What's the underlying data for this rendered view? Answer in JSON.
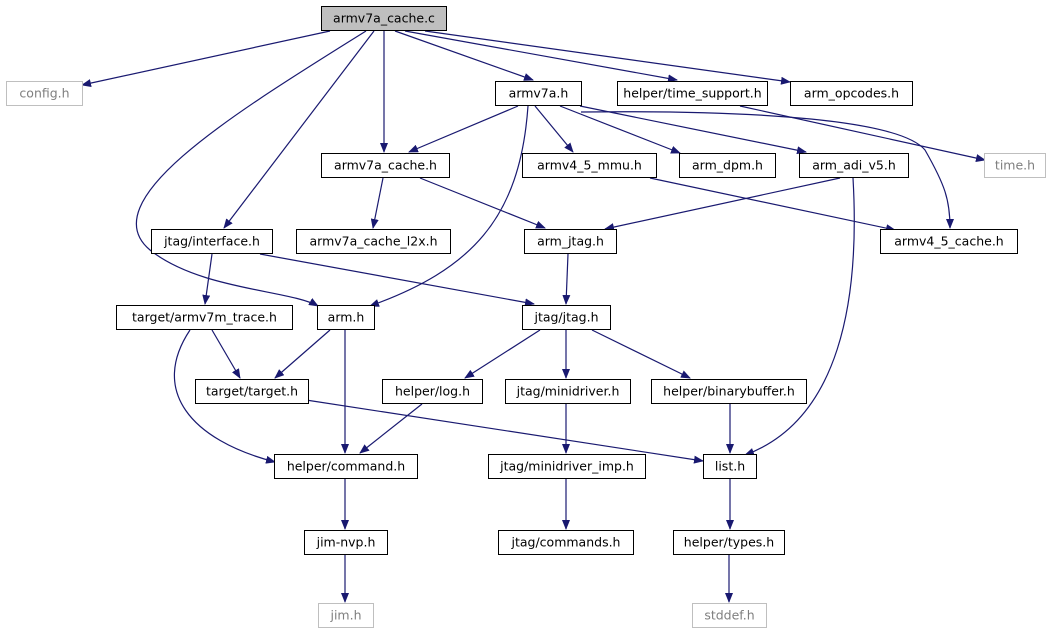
{
  "diagram": {
    "type": "include-dependency-graph",
    "colors": {
      "edge": "#191970",
      "node_border": "#000000",
      "external_border": "#bfbfbf",
      "root_fill": "#bfbfbf",
      "external_text": "#7f7f7f",
      "text": "#000000"
    },
    "nodes": [
      {
        "id": "armv7a_cache_c",
        "label": "armv7a_cache.c",
        "style": "root"
      },
      {
        "id": "config_h",
        "label": "config.h",
        "style": "external"
      },
      {
        "id": "armv7a_h",
        "label": "armv7a.h",
        "style": "normal"
      },
      {
        "id": "helper_time_support_h",
        "label": "helper/time_support.h",
        "style": "normal"
      },
      {
        "id": "arm_opcodes_h",
        "label": "arm_opcodes.h",
        "style": "normal"
      },
      {
        "id": "time_h",
        "label": "time.h",
        "style": "external"
      },
      {
        "id": "armv7a_cache_h",
        "label": "armv7a_cache.h",
        "style": "normal"
      },
      {
        "id": "armv4_5_mmu_h",
        "label": "armv4_5_mmu.h",
        "style": "normal"
      },
      {
        "id": "arm_dpm_h",
        "label": "arm_dpm.h",
        "style": "normal"
      },
      {
        "id": "arm_adi_v5_h",
        "label": "arm_adi_v5.h",
        "style": "normal"
      },
      {
        "id": "jtag_interface_h",
        "label": "jtag/interface.h",
        "style": "normal"
      },
      {
        "id": "armv7a_cache_l2x_h",
        "label": "armv7a_cache_l2x.h",
        "style": "normal"
      },
      {
        "id": "arm_jtag_h",
        "label": "arm_jtag.h",
        "style": "normal"
      },
      {
        "id": "armv4_5_cache_h",
        "label": "armv4_5_cache.h",
        "style": "normal"
      },
      {
        "id": "target_armv7m_trace_h",
        "label": "target/armv7m_trace.h",
        "style": "normal"
      },
      {
        "id": "arm_h",
        "label": "arm.h",
        "style": "normal"
      },
      {
        "id": "jtag_jtag_h",
        "label": "jtag/jtag.h",
        "style": "normal"
      },
      {
        "id": "target_target_h",
        "label": "target/target.h",
        "style": "normal"
      },
      {
        "id": "helper_log_h",
        "label": "helper/log.h",
        "style": "normal"
      },
      {
        "id": "jtag_minidriver_h",
        "label": "jtag/minidriver.h",
        "style": "normal"
      },
      {
        "id": "helper_binarybuffer_h",
        "label": "helper/binarybuffer.h",
        "style": "normal"
      },
      {
        "id": "helper_command_h",
        "label": "helper/command.h",
        "style": "normal"
      },
      {
        "id": "jtag_minidriver_imp_h",
        "label": "jtag/minidriver_imp.h",
        "style": "normal"
      },
      {
        "id": "list_h",
        "label": "list.h",
        "style": "normal"
      },
      {
        "id": "jim_nvp_h",
        "label": "jim-nvp.h",
        "style": "normal"
      },
      {
        "id": "jtag_commands_h",
        "label": "jtag/commands.h",
        "style": "normal"
      },
      {
        "id": "helper_types_h",
        "label": "helper/types.h",
        "style": "normal"
      },
      {
        "id": "jim_h",
        "label": "jim.h",
        "style": "external"
      },
      {
        "id": "stddef_h",
        "label": "stddef.h",
        "style": "external"
      }
    ],
    "edges": [
      [
        "armv7a_cache_c",
        "config_h"
      ],
      [
        "armv7a_cache_c",
        "armv7a_h"
      ],
      [
        "armv7a_cache_c",
        "helper_time_support_h"
      ],
      [
        "armv7a_cache_c",
        "arm_opcodes_h"
      ],
      [
        "armv7a_cache_c",
        "armv7a_cache_h"
      ],
      [
        "armv7a_cache_c",
        "jtag_interface_h"
      ],
      [
        "armv7a_cache_c",
        "arm_h"
      ],
      [
        "armv7a_h",
        "armv7a_cache_h"
      ],
      [
        "armv7a_h",
        "armv4_5_mmu_h"
      ],
      [
        "armv7a_h",
        "arm_dpm_h"
      ],
      [
        "armv7a_h",
        "arm_adi_v5_h"
      ],
      [
        "armv7a_h",
        "armv4_5_cache_h"
      ],
      [
        "armv7a_h",
        "arm_h"
      ],
      [
        "helper_time_support_h",
        "time_h"
      ],
      [
        "armv7a_cache_h",
        "armv7a_cache_l2x_h"
      ],
      [
        "armv7a_cache_h",
        "arm_jtag_h"
      ],
      [
        "armv4_5_mmu_h",
        "armv4_5_cache_h"
      ],
      [
        "arm_adi_v5_h",
        "arm_jtag_h"
      ],
      [
        "arm_adi_v5_h",
        "list_h"
      ],
      [
        "jtag_interface_h",
        "target_armv7m_trace_h"
      ],
      [
        "jtag_interface_h",
        "jtag_jtag_h"
      ],
      [
        "arm_jtag_h",
        "jtag_jtag_h"
      ],
      [
        "target_armv7m_trace_h",
        "target_target_h"
      ],
      [
        "target_armv7m_trace_h",
        "helper_command_h"
      ],
      [
        "arm_h",
        "target_target_h"
      ],
      [
        "arm_h",
        "helper_command_h"
      ],
      [
        "jtag_jtag_h",
        "helper_log_h"
      ],
      [
        "jtag_jtag_h",
        "jtag_minidriver_h"
      ],
      [
        "jtag_jtag_h",
        "helper_binarybuffer_h"
      ],
      [
        "target_target_h",
        "list_h"
      ],
      [
        "helper_log_h",
        "helper_command_h"
      ],
      [
        "jtag_minidriver_h",
        "jtag_minidriver_imp_h"
      ],
      [
        "helper_binarybuffer_h",
        "list_h"
      ],
      [
        "helper_command_h",
        "jim_nvp_h"
      ],
      [
        "jtag_minidriver_imp_h",
        "jtag_commands_h"
      ],
      [
        "list_h",
        "helper_types_h"
      ],
      [
        "jim_nvp_h",
        "jim_h"
      ],
      [
        "helper_types_h",
        "stddef_h"
      ]
    ]
  }
}
